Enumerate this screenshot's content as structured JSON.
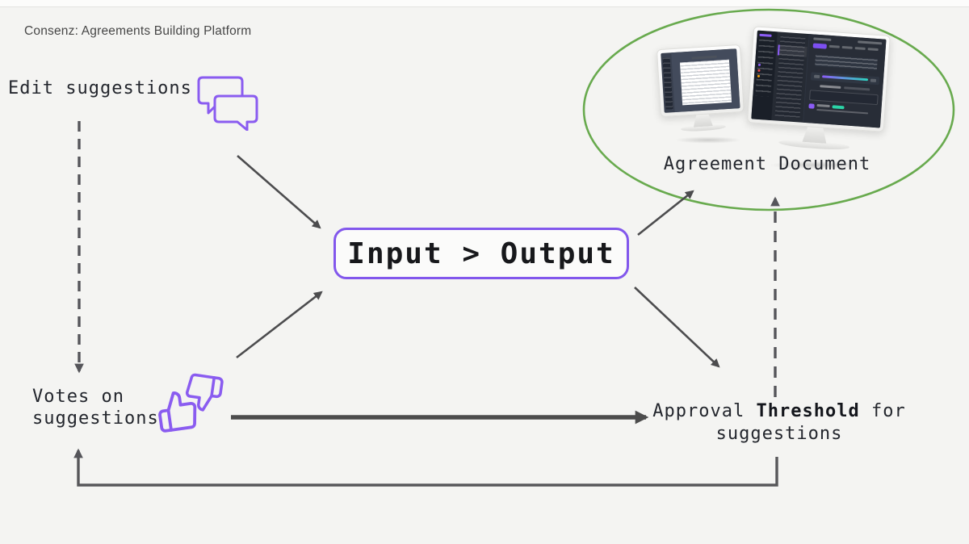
{
  "header": {
    "title": "Consenz: Agreements Building Platform"
  },
  "nodes": {
    "edit_suggestions": {
      "label": "Edit suggestions"
    },
    "votes": {
      "line1": "Votes on",
      "line2": "suggestions"
    },
    "input_output": {
      "label": "Input > Output"
    },
    "agreement_document": {
      "label": "Agreement Document"
    },
    "approval": {
      "prefix": "Approval ",
      "bold": "Threshold",
      "suffix": " for",
      "line2": "suggestions"
    }
  },
  "icons": {
    "edit_suggestions": "speech-bubbles-icon",
    "votes": "thumbs-up-down-icon",
    "agreement_document": "dual-monitors-illustration"
  },
  "colors": {
    "background": "#f4f4f2",
    "accent_purple": "#8257ec",
    "ellipse_green": "#68aa4e",
    "arrow_gray": "#4c4c4e",
    "dashed_gray": "#55555a",
    "text_dark": "#23262d",
    "progress_gradient_start": "#8b5cf6",
    "progress_gradient_end": "#2dd4bf"
  }
}
